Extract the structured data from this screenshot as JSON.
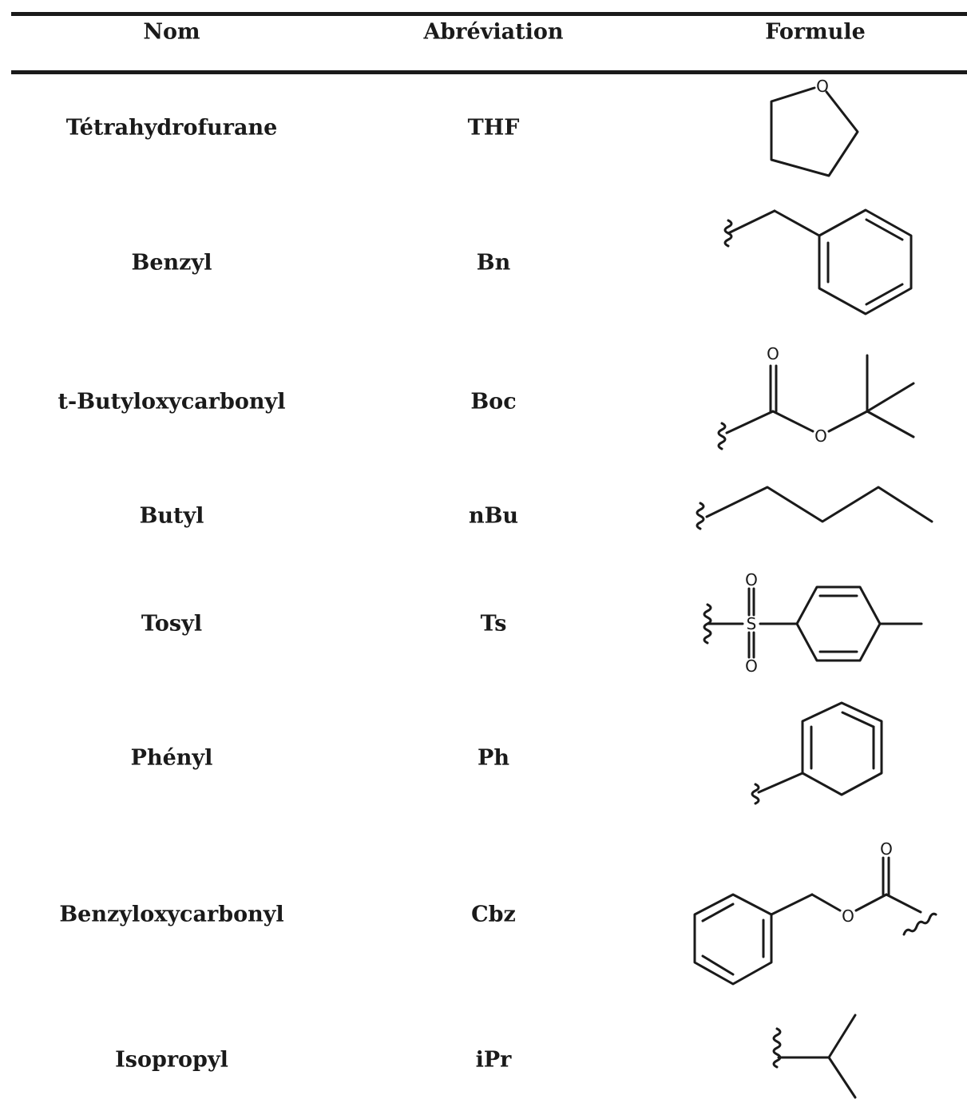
{
  "table": {
    "headers": {
      "name": "Nom",
      "abbreviation": "Abréviation",
      "formula": "Formule"
    },
    "rows": [
      {
        "name": "Tétrahydrofurane",
        "abbreviation": "THF",
        "structure": "tetrahydrofuran-structure"
      },
      {
        "name": "Benzyl",
        "abbreviation": "Bn",
        "structure": "benzyl-structure"
      },
      {
        "name": "t-Butyloxycarbonyl",
        "abbreviation": "Boc",
        "structure": "boc-structure"
      },
      {
        "name": "Butyl",
        "abbreviation": "nBu",
        "structure": "butyl-structure"
      },
      {
        "name": "Tosyl",
        "abbreviation": "Ts",
        "structure": "tosyl-structure"
      },
      {
        "name": "Phényl",
        "abbreviation": "Ph",
        "structure": "phenyl-structure"
      },
      {
        "name": "Benzyloxycarbonyl",
        "abbreviation": "Cbz",
        "structure": "cbz-structure"
      },
      {
        "name": "Isopropyl",
        "abbreviation": "iPr",
        "structure": "isopropyl-structure"
      }
    ],
    "atom_labels": {
      "oxygen": "O",
      "sulfur": "S"
    }
  }
}
